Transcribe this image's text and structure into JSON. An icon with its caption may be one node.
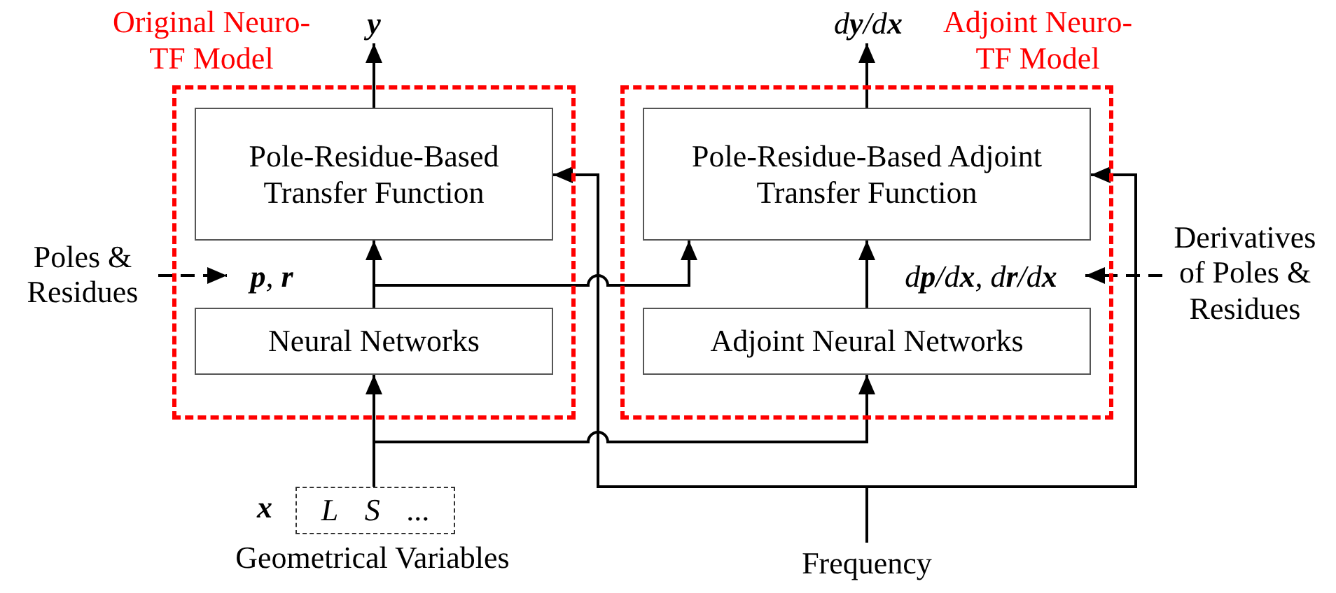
{
  "diagram": {
    "nodes": [
      {
        "text": [
          "Original Neuro-TF Model"
        ]
      },
      {
        "text": [
          "Pole-Residue-Based Transfer Function"
        ],
        "in": 0
      },
      {
        "text": [
          "Neural Networks"
        ],
        "in": 0
      },
      {
        "text": [
          "Adjoint Neuro-TF Model"
        ]
      },
      {
        "text": [
          "Pole-Residue-Based Adjoint Transfer Function"
        ],
        "in": 3
      },
      {
        "text": [
          "Adjoint Neural Networks"
        ],
        "in": 3
      },
      {
        "text": [
          "y"
        ]
      },
      {
        "text": [
          "d**y**/d**x**"
        ]
      },
      {
        "text": [
          "Poles & Residues"
        ]
      },
      {
        "text": [
          "**p**, **r**"
        ],
        "in": 0
      },
      {
        "text": [
          "d**p**/d**x**, d**r**/d**x**"
        ],
        "in": 3
      },
      {
        "text": [
          "Derivatives of Poles & Residues"
        ]
      },
      {
        "text": [
          "*L*",
          "*S*",
          "..."
        ],
        "beside": [
          "x",
          "Geometrical Variables"
        ]
      },
      {
        "text": [
          "Frequency"
        ]
      }
    ],
    "edges": [
      {
        "from": 1,
        "to": 6,
        "arrow": "to"
      },
      {
        "from": 4,
        "to": 7,
        "arrow": "to"
      },
      {
        "from": 2,
        "to": 1,
        "arrow": "to"
      },
      {
        "from": 2,
        "to": 4,
        "arrow": "to"
      },
      {
        "from": 5,
        "to": 4,
        "arrow": "to"
      },
      {
        "from": 12,
        "to": 2,
        "arrow": "to"
      },
      {
        "from": 12,
        "to": 5,
        "arrow": "to"
      },
      {
        "from": 13,
        "to": 1,
        "arrow": "to"
      },
      {
        "from": 13,
        "to": 4,
        "arrow": "to"
      },
      {
        "from": 8,
        "to": 9,
        "arrow": "to",
        "style": "dashed"
      },
      {
        "from": 11,
        "to": 10,
        "arrow": "to",
        "style": "dashed"
      }
    ]
  }
}
